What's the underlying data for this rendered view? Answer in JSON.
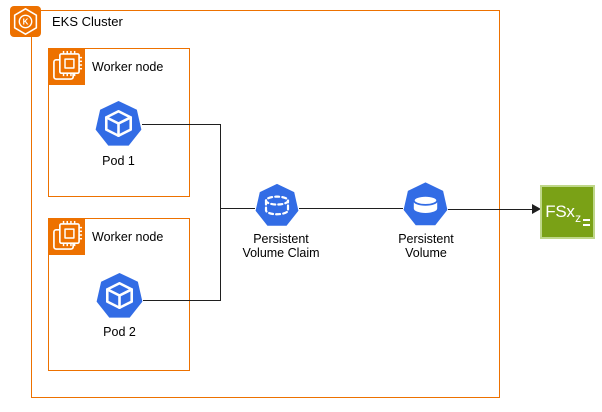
{
  "colors": {
    "orange": "#ED7100",
    "blue": "#326CE5",
    "green": "#7AA116",
    "green_border": "#BFD78A",
    "line": "#1f1f1f",
    "text": "#000000",
    "bg": "#ffffff"
  },
  "cluster": {
    "label": "EKS Cluster",
    "icon": "eks-cluster-icon"
  },
  "worker_nodes": [
    {
      "label": "Worker node",
      "icon": "compute-chip-icon",
      "pod": {
        "label": "Pod 1",
        "icon": "kubernetes-pod-icon"
      }
    },
    {
      "label": "Worker node",
      "icon": "compute-chip-icon",
      "pod": {
        "label": "Pod 2",
        "icon": "kubernetes-pod-icon"
      }
    }
  ],
  "pvc": {
    "label_line1": "Persistent",
    "label_line2": "Volume Claim",
    "icon": "persistent-volume-claim-icon"
  },
  "pv": {
    "label_line1": "Persistent",
    "label_line2": "Volume",
    "icon": "persistent-volume-icon"
  },
  "fsx": {
    "label": "FSx",
    "sub": "z",
    "icon": "amazon-fsx-openzfs-icon"
  }
}
